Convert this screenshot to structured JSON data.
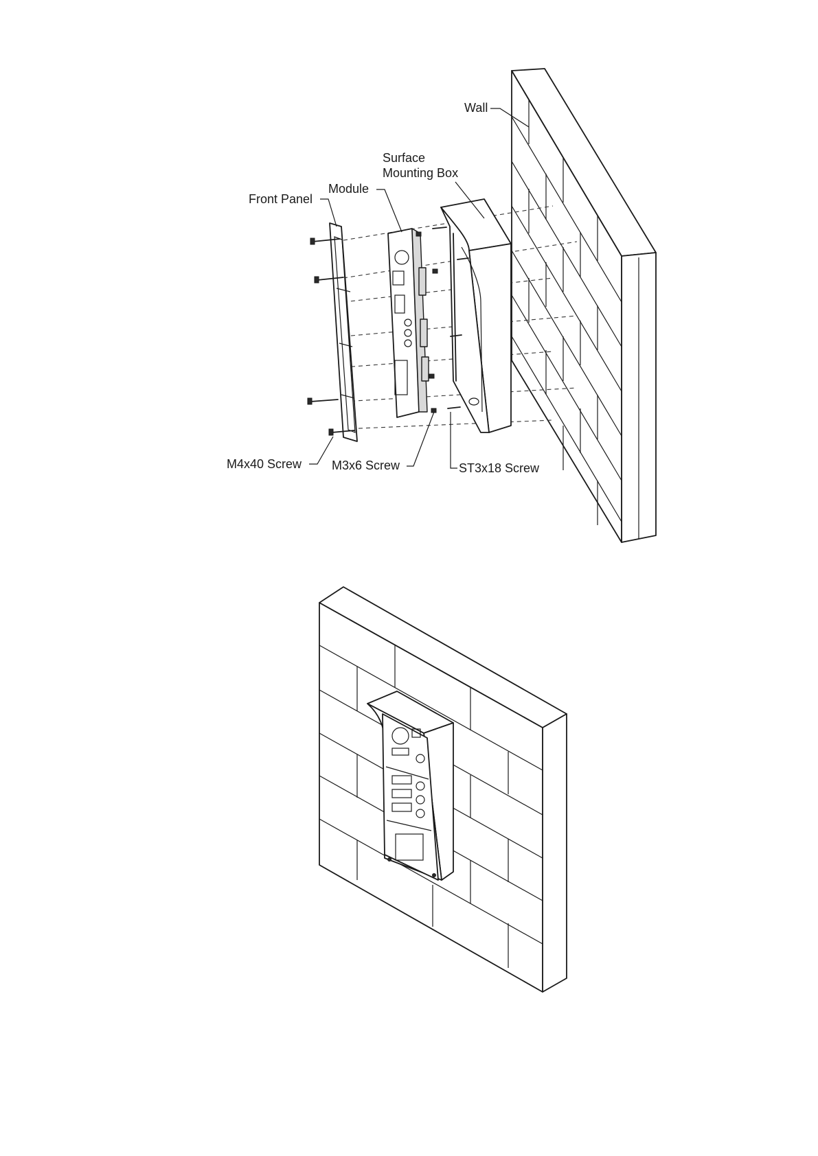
{
  "figures": {
    "exploded_view": {
      "labels": {
        "wall": "Wall",
        "surface_mounting_box": [
          "Surface",
          "Mounting Box"
        ],
        "module": "Module",
        "front_panel": "Front Panel",
        "m4x40_screw": "M4x40 Screw",
        "m3x6_screw": "M3x6 Screw",
        "st3x18_screw": "ST3x18 Screw"
      }
    },
    "installed_view": {}
  }
}
